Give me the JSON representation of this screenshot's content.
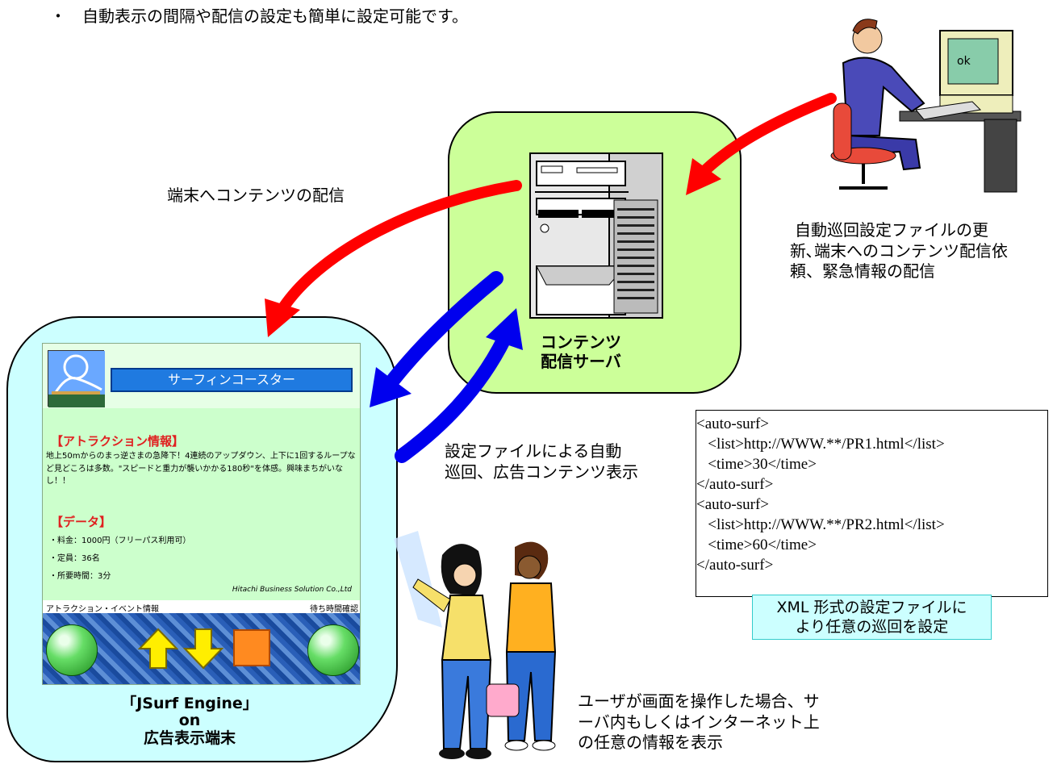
{
  "header_text": "・　自動表示の間隔や配信の設定も簡単に設定可能です。",
  "server": {
    "label_line1": "コンテンツ",
    "label_line2": "配信サーバ"
  },
  "labels": {
    "delivery": "端末へコンテンツの配信",
    "admin_desc": [
      "自動巡回設定ファイルの更",
      "新､端末へのコンテンツ配信依",
      "頼、緊急情報の配信"
    ],
    "auto_surf_desc": [
      "設定ファイルによる自動",
      "巡回、広告コンテンツ表示"
    ],
    "user_desc": [
      "ユーザが画面を操作した場合、サ",
      "ーバ内もしくはインターネット上",
      "の任意の情報を表示"
    ]
  },
  "terminal": {
    "label_line1": "「JSurf Engine」",
    "label_line2": "on",
    "label_line3": "広告表示端末",
    "screen": {
      "title": "サーフィンコースター",
      "attraction_heading": "【アトラクション情報】",
      "attraction_text": "地上50mからのまっ逆さまの急降下！4連続のアップダウン、上下に1回するループなど見どころは多数。\"スピードと重力が襲いかかる180秒\"を体感。興味まちがいなし！！",
      "data_heading": "【データ】",
      "data_items": [
        "・料金：1000円（フリーパス利用可）",
        "・定員：36名",
        "・所要時間：3分"
      ],
      "company": "Hitachi Business Solution Co.,Ltd",
      "link_left": "アトラクション・イベント情報",
      "link_right": "待ち時間確認"
    }
  },
  "xml": {
    "lines": [
      "<auto-surf>",
      "   <list>http://WWW.**/PR1.html</list>",
      "   <time>30</time>",
      "</auto-surf>",
      "<auto-surf>",
      "   <list>http://WWW.**/PR2.html</list>",
      "   <time>60</time>",
      "</auto-surf>"
    ],
    "caption_line1": "XML 形式の設定ファイルに",
    "caption_line2": "より任意の巡回を設定"
  },
  "colors": {
    "server_box": "#ccff99",
    "terminal_box": "#ccffff",
    "arrow_red": "#ff0000",
    "arrow_blue": "#0000ee",
    "caption_box": "#ccffff"
  },
  "computer_screen_text": "ok"
}
